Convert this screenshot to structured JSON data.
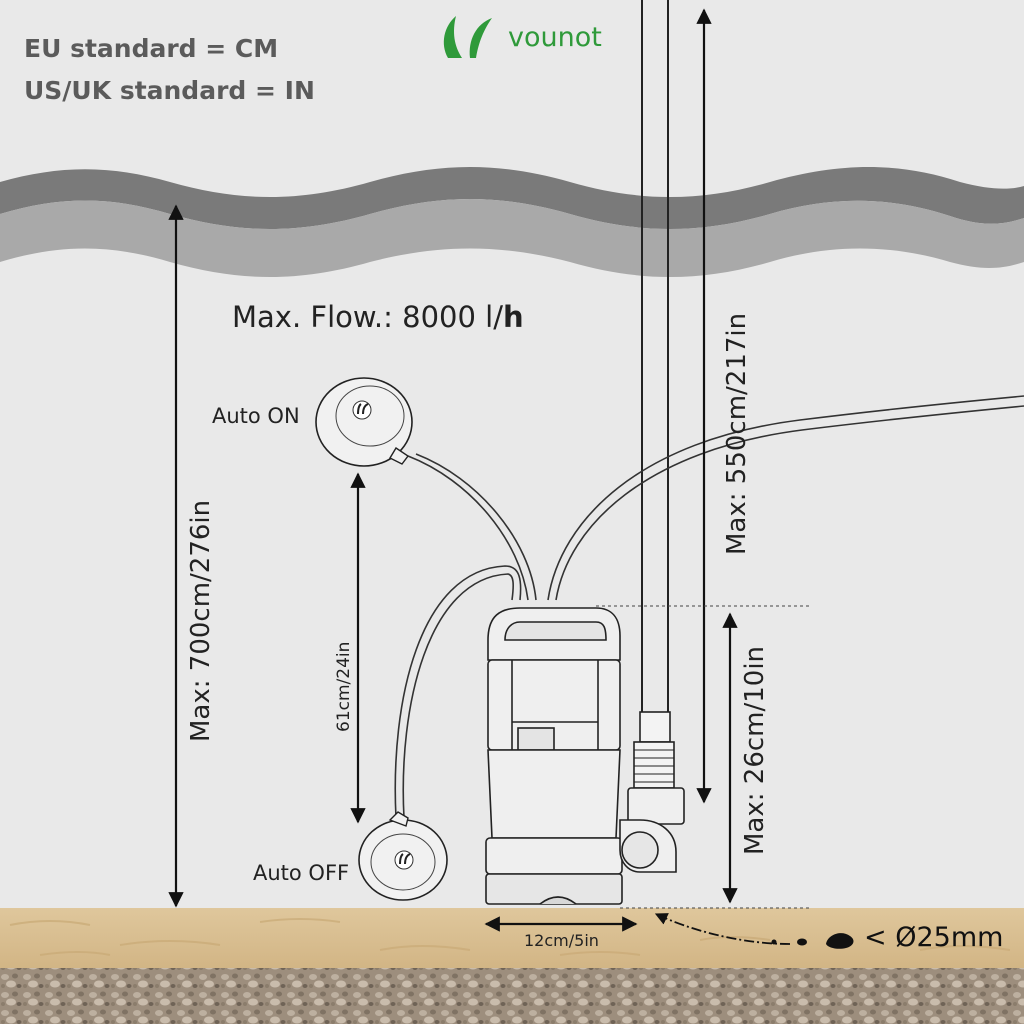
{
  "standards": {
    "eu": "EU standard = CM",
    "us_uk": "US/UK standard = IN"
  },
  "brand": {
    "name": "vounot",
    "color": "#2f9a3a"
  },
  "flow": {
    "prefix": "Max. Flow.: 8000 l/",
    "unit_bold": "h"
  },
  "dimensions": {
    "max_depth": "Max: 700cm/276in",
    "max_head": "Max: 550cm/217in",
    "max_height": "Max: 26cm/10in",
    "switch_range": "61cm/24in",
    "width": "12cm/5in"
  },
  "float_switch": {
    "on_label": "Auto ON",
    "off_label": "Auto OFF",
    "logo_text": "vounot"
  },
  "particles": {
    "label": "< Ø25mm"
  },
  "colors": {
    "background": "#e9e9e9",
    "wave_dark": "#7a7a7a",
    "wave_light": "#a9a9a9",
    "sand": "#dcc397",
    "gravel": "#a59684",
    "line": "#222222"
  }
}
